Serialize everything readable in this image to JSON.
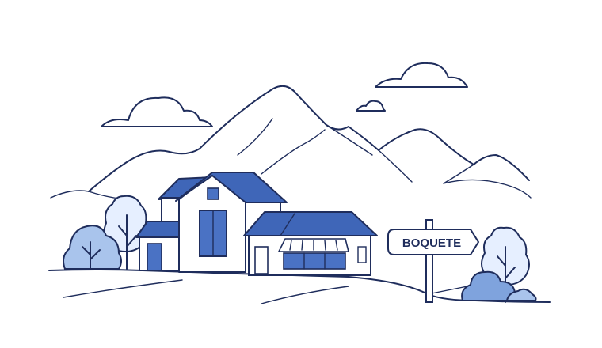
{
  "scene": {
    "sign_text": "BOQUETE"
  },
  "colors": {
    "ink": "#1f2d5c",
    "roof": "#3f66b8",
    "window": "#4a72c4",
    "foliage_light": "#a9c4ec",
    "foliage_mid": "#7fa3dd",
    "background": "#ffffff"
  },
  "icons": [
    "mountain-range",
    "cloud",
    "house",
    "bungalow",
    "tree",
    "bush",
    "signpost"
  ]
}
